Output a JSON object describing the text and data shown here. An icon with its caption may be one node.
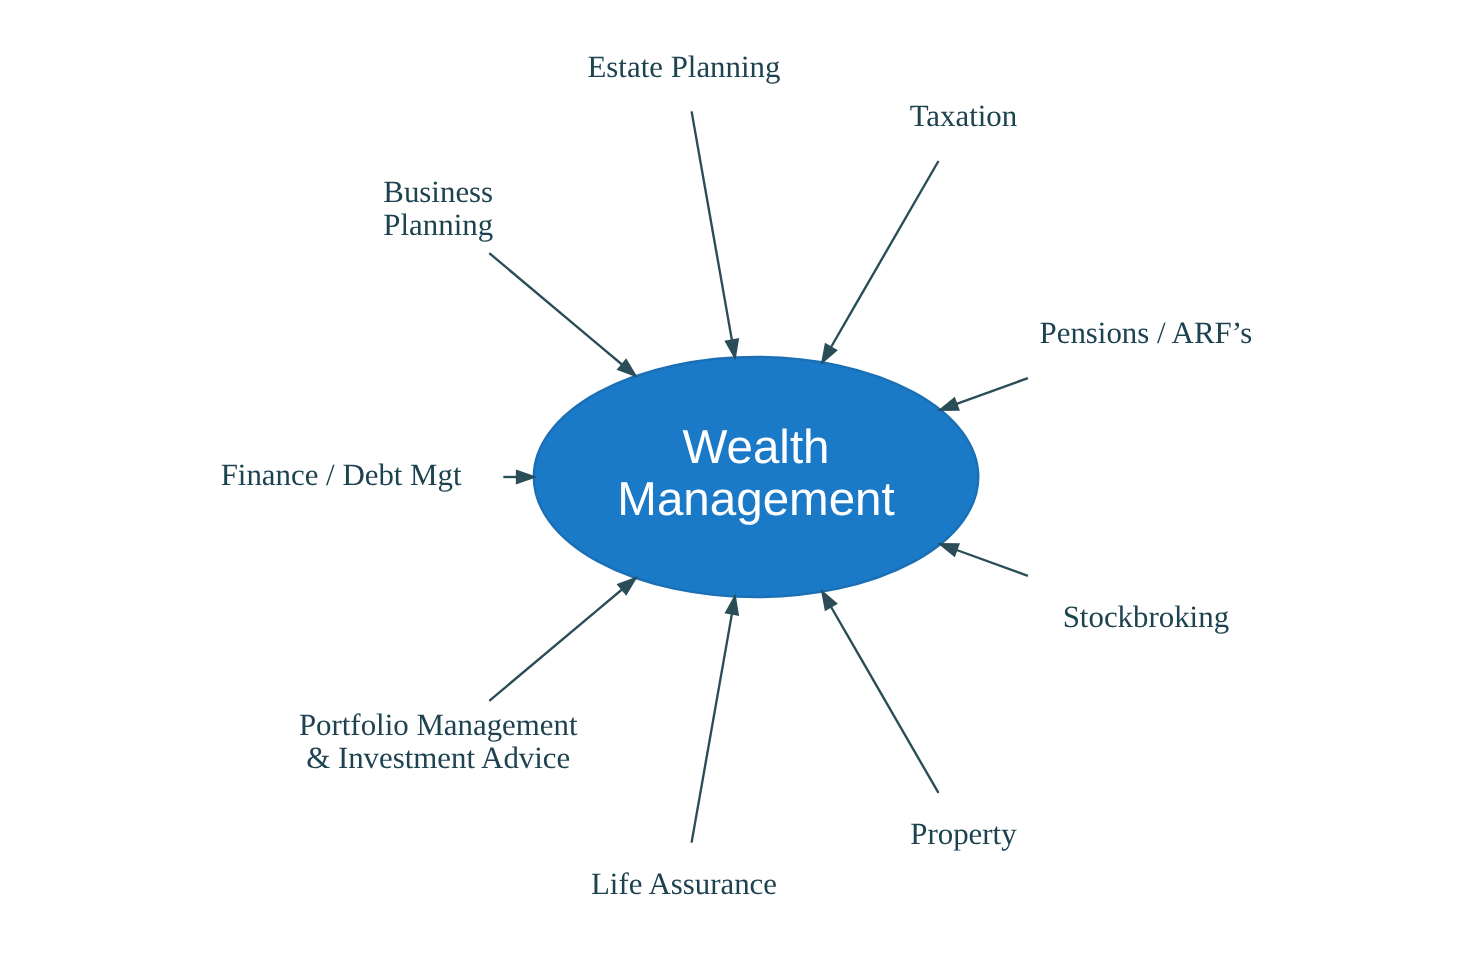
{
  "diagram": {
    "nodes": [
      {
        "text": [
          "Pensions / ARF’s"
        ]
      },
      {
        "text": [
          "Taxation"
        ]
      },
      {
        "text": [
          "Estate Planning"
        ]
      },
      {
        "text": [
          "Business Planning"
        ]
      },
      {
        "text": [
          "Wealth Management"
        ]
      },
      {
        "text": [
          "Finance / Debt Mgt"
        ]
      },
      {
        "text": [
          "Portfolio Management & Investment Advice"
        ]
      },
      {
        "text": [
          "Life Assurance"
        ]
      },
      {
        "text": [
          "Property"
        ]
      },
      {
        "text": [
          "Stockbroking"
        ]
      }
    ],
    "edges": [
      {
        "from": 0,
        "to": 4,
        "arrow": "to"
      },
      {
        "from": 1,
        "to": 4,
        "arrow": "to"
      },
      {
        "from": 2,
        "to": 4,
        "arrow": "to"
      },
      {
        "from": 3,
        "to": 4,
        "arrow": "to"
      },
      {
        "from": 5,
        "to": 4,
        "arrow": "to"
      },
      {
        "from": 6,
        "to": 4,
        "arrow": "to"
      },
      {
        "from": 7,
        "to": 4,
        "arrow": "to"
      },
      {
        "from": 8,
        "to": 4,
        "arrow": "to"
      },
      {
        "from": 9,
        "to": 4,
        "arrow": "to"
      }
    ]
  }
}
